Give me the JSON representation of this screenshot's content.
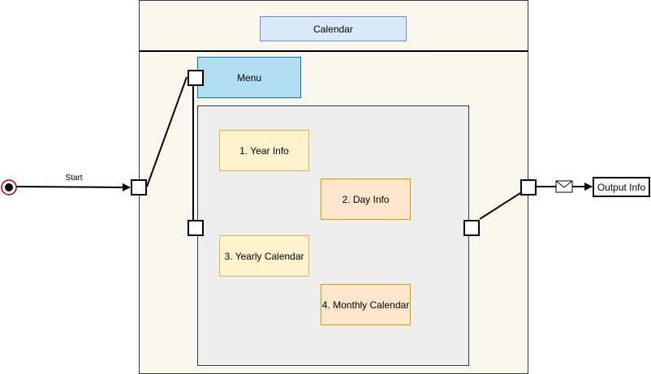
{
  "diagram": {
    "start": {
      "label": "Start"
    },
    "header": {
      "title": "Calendar"
    },
    "menu": {
      "label": "Menu"
    },
    "items": {
      "year_info": "1. Year Info",
      "day_info": "2. Day Info",
      "yearly_calendar": "3. Yearly Calendar",
      "monthly_calendar": "4. Monthly Calendar"
    },
    "output": {
      "label": "Output Info"
    },
    "colors": {
      "frame_fill": "#f9f7ed",
      "header_box_fill": "#dae8fc",
      "menu_fill": "#b1ddf0",
      "panel_fill": "#eeeeee",
      "yellow_fill": "#fff2cc",
      "orange_fill": "#ffe6cc",
      "start_marker": "#b20000"
    },
    "icons": [
      "start-marker-icon",
      "message-envelope-icon",
      "arrow-head-icon"
    ]
  }
}
